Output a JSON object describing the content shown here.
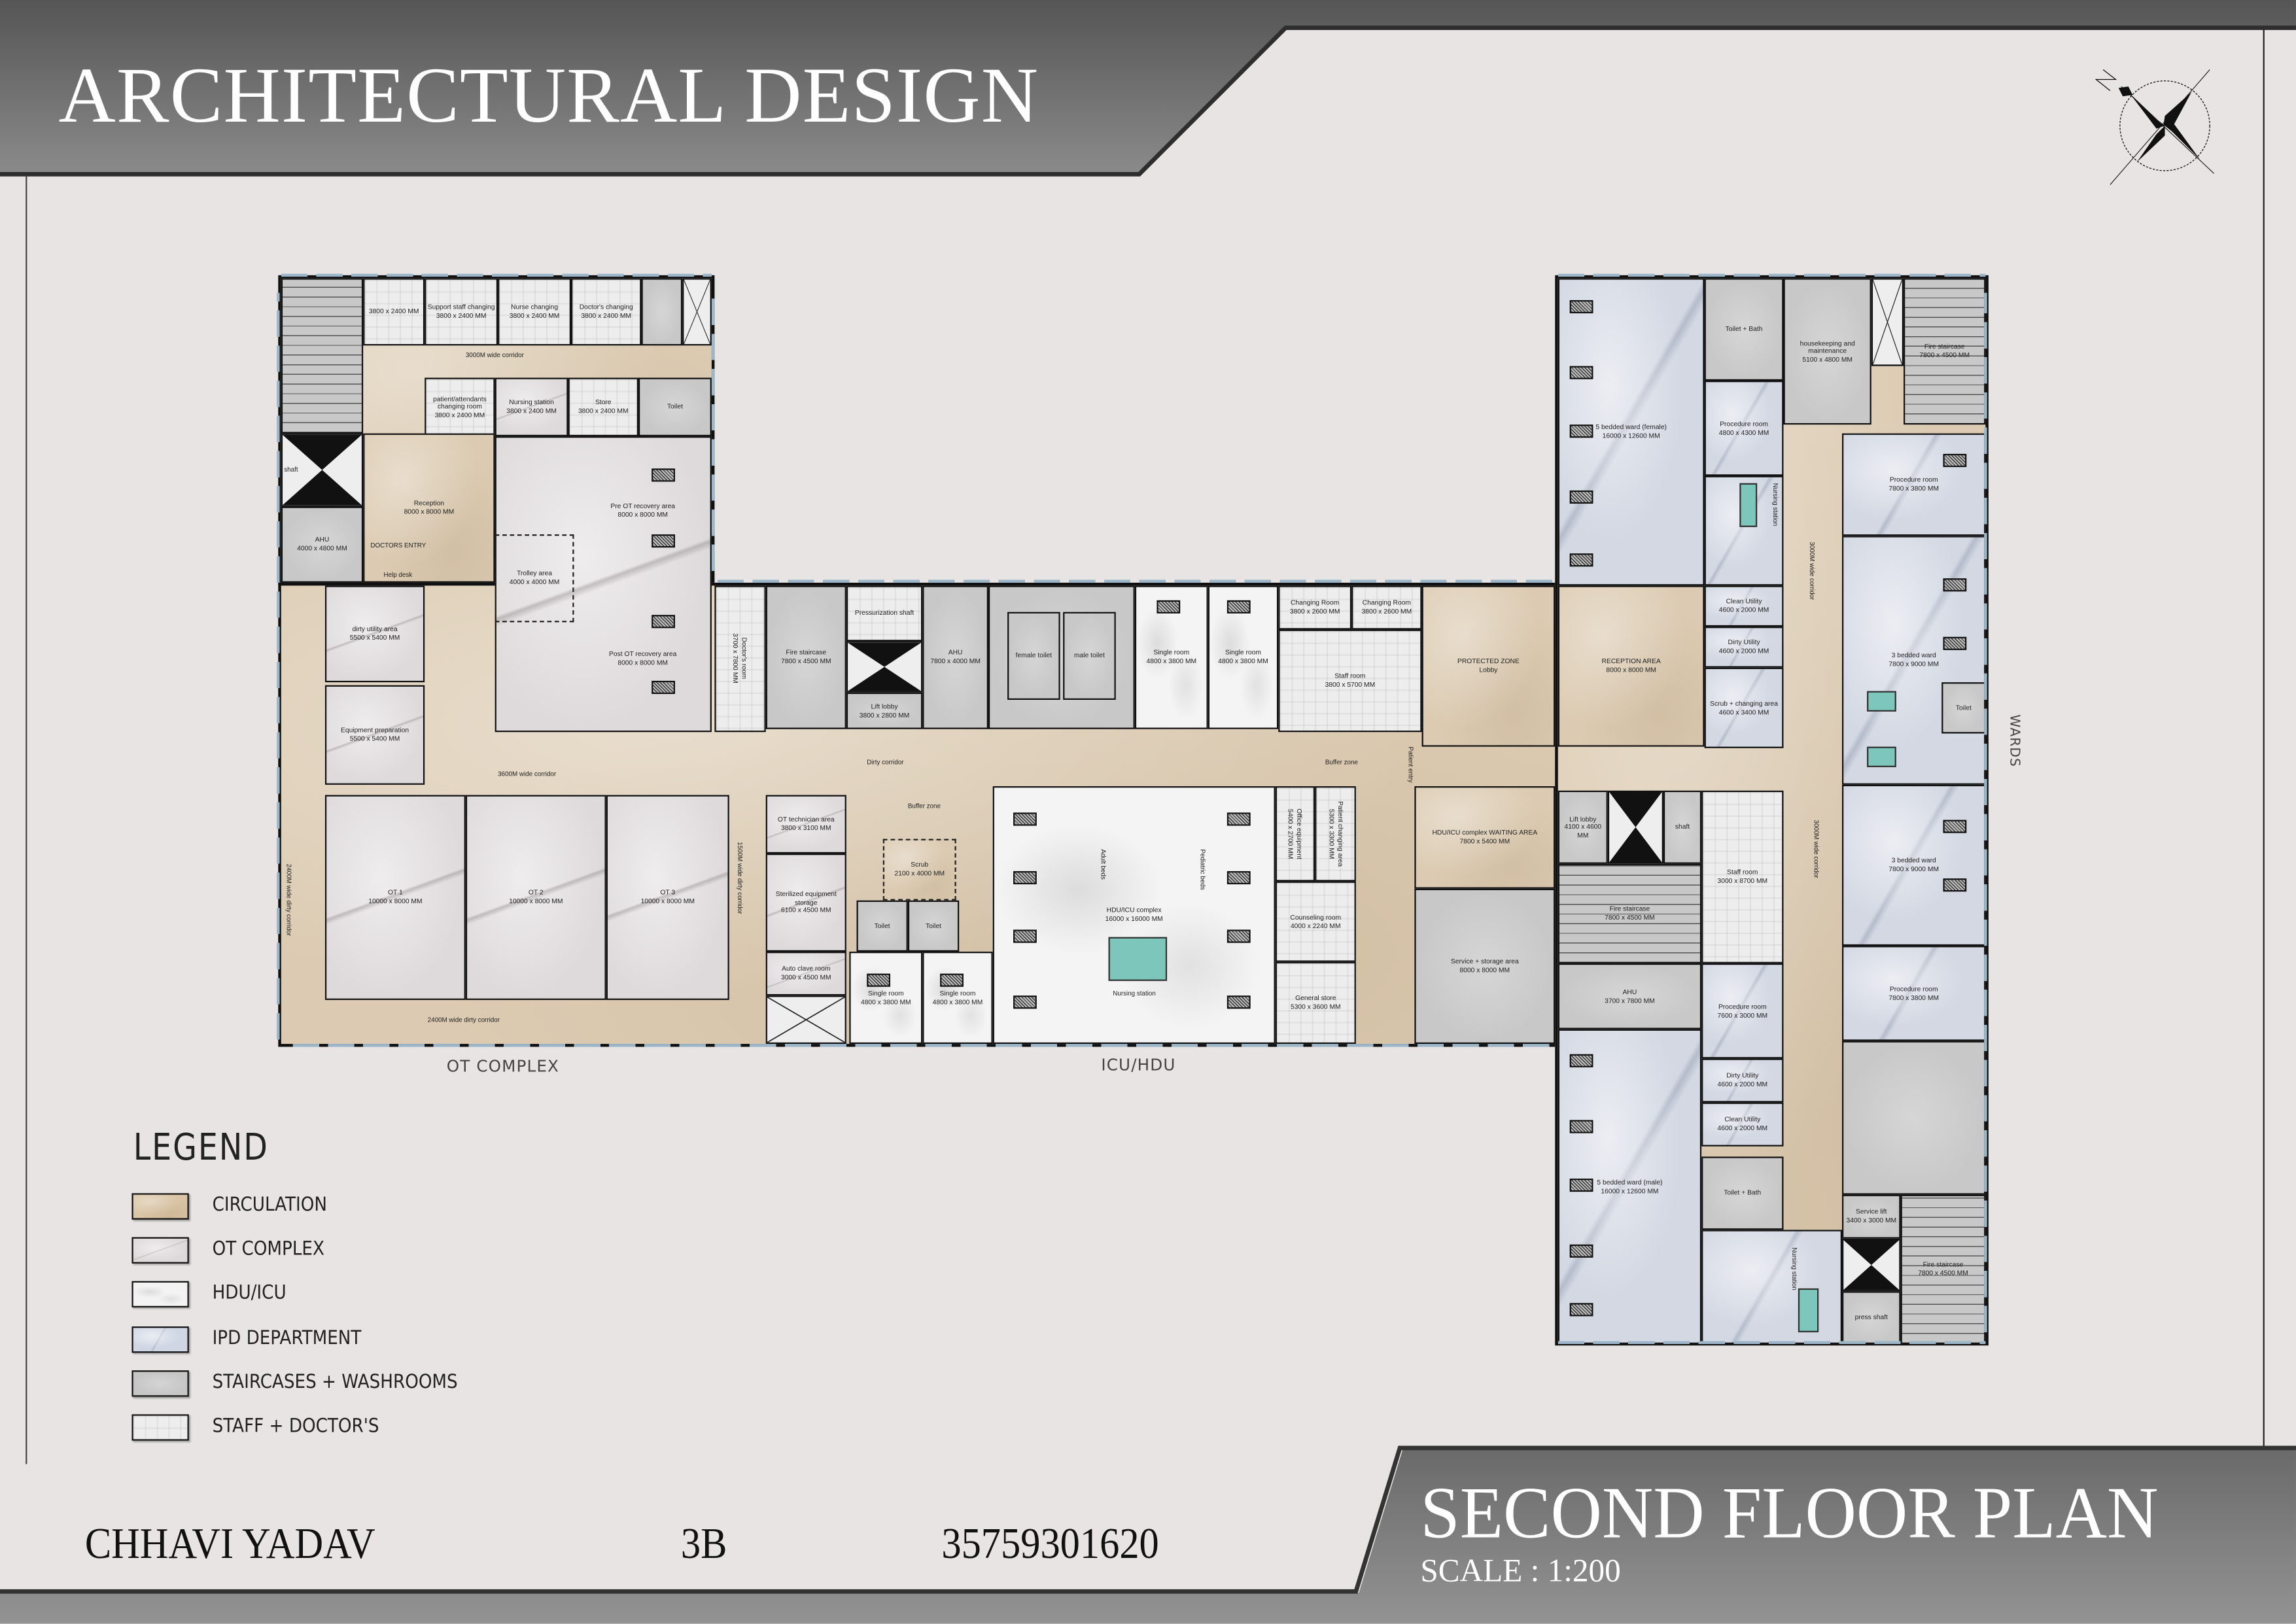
{
  "header": {
    "title": "ARCHITECTURAL DESIGN"
  },
  "sheet": {
    "title": "SECOND FLOOR PLAN",
    "scale": "SCALE : 1:200"
  },
  "footer": {
    "name": "CHHAVI YADAV",
    "section": "3B",
    "id": "35759301620"
  },
  "compass": {
    "icon": "north-arrow-compass-icon"
  },
  "legend": {
    "title": "LEGEND",
    "items": [
      {
        "label": "CIRCULATION",
        "color": "#d9c4a4"
      },
      {
        "label": "OT COMPLEX",
        "color": "#ddd8da"
      },
      {
        "label": "HDU/ICU",
        "color": "#f4f3f3"
      },
      {
        "label": "IPD DEPARTMENT",
        "color": "#d0d6e4"
      },
      {
        "label": "STAIRCASES + WASHROOMS",
        "color": "#c6c6c6"
      },
      {
        "label": "STAFF + DOCTOR'S",
        "color": "#eeeeee"
      }
    ]
  },
  "plan": {
    "zone_labels": {
      "ot": "OT COMPLEX",
      "icu": "ICU/HDU",
      "wards": "WARDS"
    },
    "rooms": [
      {
        "name": "",
        "size": "3800 x 2400 MM"
      },
      {
        "name": "Support staff changing",
        "size": "3800 x 2400 MM"
      },
      {
        "name": "Nurse changing",
        "size": "3800 x 2400 MM"
      },
      {
        "name": "Doctor's changing",
        "size": "3800 x 2400 MM"
      },
      {
        "name": "patient/attendants changing room",
        "size": "3800 x 2400 MM"
      },
      {
        "name": "Nursing station",
        "size": "3800 x 2400 MM"
      },
      {
        "name": "Store",
        "size": "3800 x 2400 MM"
      },
      {
        "name": "Toilet",
        "size": ""
      },
      {
        "name": "AHU",
        "size": "4000 x 4800 MM"
      },
      {
        "name": "Reception",
        "size": "8000 x 8000 MM"
      },
      {
        "name": "Pre OT recovery area",
        "size": "8000 x 8000 MM"
      },
      {
        "name": "Trolley area",
        "size": "4000 x 4000 MM"
      },
      {
        "name": "Post OT recovery area",
        "size": "8000 x 8000 MM"
      },
      {
        "name": "dirty utility area",
        "size": "5500 x 5400 MM"
      },
      {
        "name": "Equipment preparation",
        "size": "5500 x 5400 MM"
      },
      {
        "name": "OT 1",
        "size": "10000 x 8000 MM"
      },
      {
        "name": "OT 2",
        "size": "10000 x 8000 MM"
      },
      {
        "name": "OT 3",
        "size": "10000 x 8000 MM"
      },
      {
        "name": "Doctor's room",
        "size": "3700 x 7800 MM"
      },
      {
        "name": "Fire staircase",
        "size": "7800 x 4500 MM"
      },
      {
        "name": "Pressurization shaft",
        "size": ""
      },
      {
        "name": "Lift lobby",
        "size": "3800 x 2800 MM"
      },
      {
        "name": "AHU",
        "size": "7800 x 4000 MM"
      },
      {
        "name": "female toilet",
        "size": ""
      },
      {
        "name": "male toilet",
        "size": ""
      },
      {
        "name": "Single room",
        "size": "4800 x 3800 MM"
      },
      {
        "name": "Single room",
        "size": "4800 x 3800 MM"
      },
      {
        "name": "Changing Room",
        "size": "3800 x 2600 MM"
      },
      {
        "name": "Changing Room",
        "size": "3800 x 2600 MM"
      },
      {
        "name": "Staff room",
        "size": "3800 x 5700 MM"
      },
      {
        "name": "PROTECTED ZONE",
        "size": "Lobby"
      },
      {
        "name": "OT technician area",
        "size": "3800 x 3100 MM"
      },
      {
        "name": "Sterilized equipment storage",
        "size": "6100 x 4500 MM"
      },
      {
        "name": "Auto clave room",
        "size": "3000 x 4500 MM"
      },
      {
        "name": "Scrub",
        "size": "2100 x 4000 MM"
      },
      {
        "name": "Toilet",
        "size": ""
      },
      {
        "name": "Toilet",
        "size": ""
      },
      {
        "name": "Single room",
        "size": "4800 x 3800 MM"
      },
      {
        "name": "Single room",
        "size": "4800 x 3800 MM"
      },
      {
        "name": "HDU/ICU complex",
        "size": "16000 x 16000 MM"
      },
      {
        "name": "Office equipment",
        "size": "5400 x 2700 MM"
      },
      {
        "name": "Patient changing area",
        "size": "5300 x 3300 MM"
      },
      {
        "name": "Counseling room",
        "size": "4000 x 2240 MM"
      },
      {
        "name": "General store",
        "size": "5300 x 3600 MM"
      },
      {
        "name": "HDU/ICU complex WAITING AREA",
        "size": "7800 x 5400 MM"
      },
      {
        "name": "Service + storage area",
        "size": "8000 x 8000 MM"
      },
      {
        "name": "5 bedded ward (female)",
        "size": "16000 x 12600 MM"
      },
      {
        "name": "Toilet + Bath",
        "size": ""
      },
      {
        "name": "housekeeping and maintenance",
        "size": "5100 x 4800 MM"
      },
      {
        "name": "Fire staircase",
        "size": "7800 x 4500 MM"
      },
      {
        "name": "Procedure room",
        "size": "4800 x 4300 MM"
      },
      {
        "name": "Procedure room",
        "size": "7800 x 3800 MM"
      },
      {
        "name": "3 bedded ward",
        "size": "7800 x 9000 MM"
      },
      {
        "name": "RECEPTION AREA",
        "size": "8000 x 8000 MM"
      },
      {
        "name": "Clean Utility",
        "size": "4600 x 2000 MM"
      },
      {
        "name": "Dirty Utility",
        "size": "4600 x 2000 MM"
      },
      {
        "name": "Scrub + changing area",
        "size": "4600 x 3400 MM"
      },
      {
        "name": "Lift lobby",
        "size": "4100 x 4600 MM"
      },
      {
        "name": "shaft",
        "size": ""
      },
      {
        "name": "Fire staircase",
        "size": "7800 x 4500 MM"
      },
      {
        "name": "Staff room",
        "size": "3000 x 8700 MM"
      },
      {
        "name": "AHU",
        "size": "3700 x 7800 MM"
      },
      {
        "name": "Procedure room",
        "size": "7600 x 3000 MM"
      },
      {
        "name": "3 bedded ward",
        "size": "7800 x 9000 MM"
      },
      {
        "name": "Procedure room",
        "size": "7800 x 3800 MM"
      },
      {
        "name": "Dirty Utility",
        "size": "4600 x 2000 MM"
      },
      {
        "name": "Clean Utility",
        "size": "4600 x 2000 MM"
      },
      {
        "name": "Toilet + Bath",
        "size": ""
      },
      {
        "name": "5 bedded ward (male)",
        "size": "16000 x 12600 MM"
      },
      {
        "name": "Service lift",
        "size": "3400 x 3000 MM"
      },
      {
        "name": "press shaft",
        "size": ""
      },
      {
        "name": "Fire staircase",
        "size": "7800 x 4500 MM"
      },
      {
        "name": "Toilet",
        "size": ""
      }
    ],
    "labels": [
      "3000M wide corridor",
      "DOCTORS ENTRY",
      "Help desk",
      "shaft",
      "3600M wide corridor",
      "2400M wide dirty corridor",
      "2400M wide dirty corridor",
      "1500M wide dirty corridor",
      "Dirty corridor",
      "Buffer zone",
      "Buffer zone",
      "Patient entry",
      "Adult beds",
      "Pediatric beds",
      "Nursing station",
      "3000M wide corridor",
      "Nursing station",
      "Nursing station",
      "3000M wide corridor"
    ]
  }
}
